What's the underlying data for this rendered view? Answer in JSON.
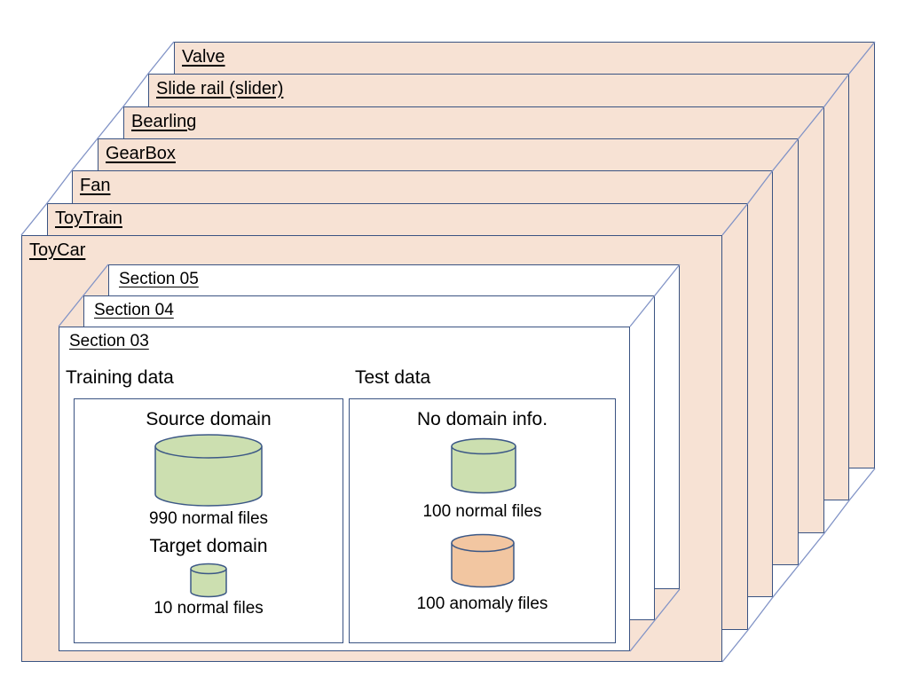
{
  "machines": [
    {
      "label": "Valve"
    },
    {
      "label": "Slide rail (slider)"
    },
    {
      "label": "Bearling"
    },
    {
      "label": "GearBox"
    },
    {
      "label": "Fan"
    },
    {
      "label": "ToyTrain"
    },
    {
      "label": "ToyCar"
    }
  ],
  "sections": [
    {
      "label": "Section 05"
    },
    {
      "label": "Section 04"
    },
    {
      "label": "Section 03"
    }
  ],
  "training": {
    "title": "Training data",
    "source": {
      "label": "Source domain",
      "files": "990 normal files"
    },
    "target": {
      "label": "Target domain",
      "files": "10 normal files"
    }
  },
  "test": {
    "title": "Test data",
    "heading": "No domain info.",
    "normal_files": "100 normal files",
    "anomaly_files": "100 anomaly files"
  },
  "colors": {
    "card_fill": "#F7E2D4",
    "card_border": "#3A5382",
    "connector": "#8193C6",
    "db_green": "#CCDFB0",
    "db_orange": "#F2C6A1",
    "db_border": "#3C5886",
    "text": "#000000"
  }
}
